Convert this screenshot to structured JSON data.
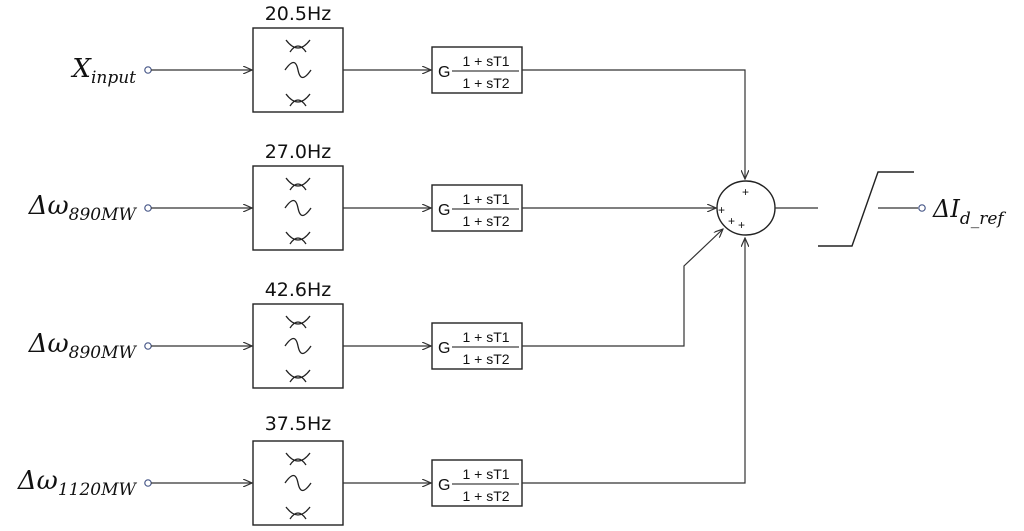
{
  "branches": [
    {
      "input": {
        "main": "X",
        "sub": "input"
      },
      "frequency": "20.5Hz",
      "filter": {
        "gain": "G",
        "numerator": "1 + sT1",
        "denominator": "1 + sT2"
      },
      "sign": "+"
    },
    {
      "input": {
        "main": "Δω",
        "sub": "890MW"
      },
      "frequency": "27.0Hz",
      "filter": {
        "gain": "G",
        "numerator": "1 + sT1",
        "denominator": "1 + sT2"
      },
      "sign": "+"
    },
    {
      "input": {
        "main": "Δω",
        "sub": "890MW"
      },
      "frequency": "42.6Hz",
      "filter": {
        "gain": "G",
        "numerator": "1 + sT1",
        "denominator": "1 + sT2"
      },
      "sign": "+"
    },
    {
      "input": {
        "main": "Δω",
        "sub": "1120MW"
      },
      "frequency": "37.5Hz",
      "filter": {
        "gain": "G",
        "numerator": "1 + sT1",
        "denominator": "1 + sT2"
      },
      "sign": "+"
    }
  ],
  "output": {
    "main": "ΔI",
    "sub": "d_ref"
  },
  "colors": {
    "line": "#333333",
    "text": "#111111",
    "port": "#4a5a8a"
  },
  "icons": {
    "bandpass": "bandpass-filter-icon",
    "limiter": "saturation-limiter-icon"
  }
}
